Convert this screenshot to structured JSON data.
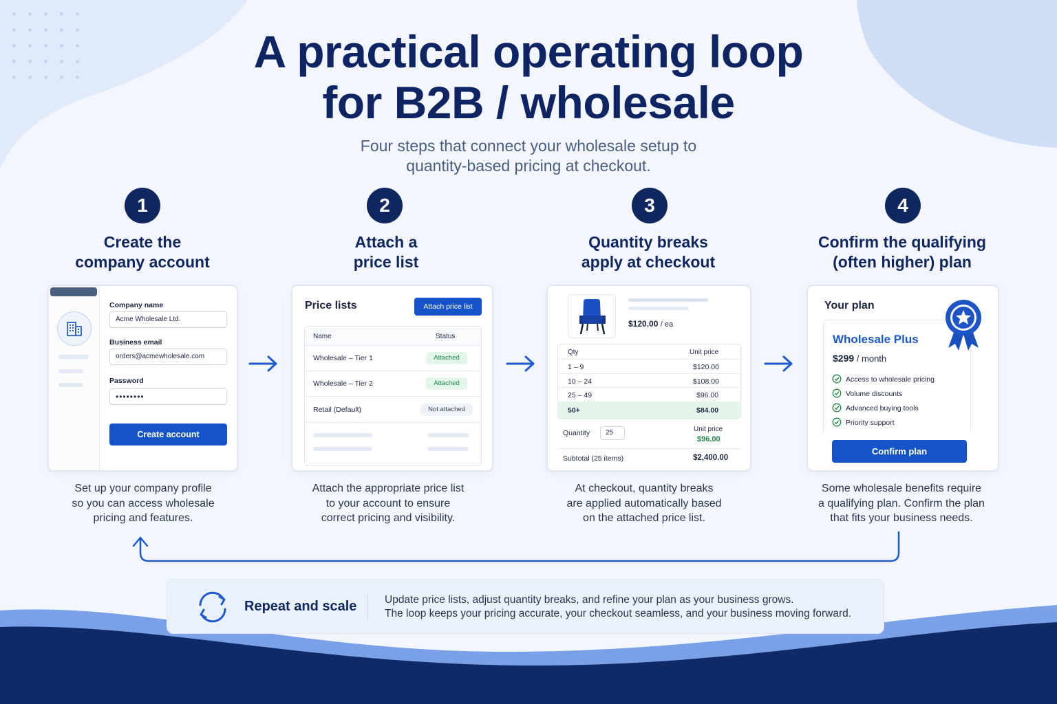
{
  "title_line1": "A practical operating loop",
  "title_line2": "for B2B / wholesale",
  "subtitle_line1": "Four steps that connect your wholesale setup to",
  "subtitle_line2": "quantity-based pricing at checkout.",
  "colors": {
    "navy": "#10265e",
    "accent_blue": "#1454c8",
    "success_green": "#23844a"
  },
  "steps": [
    {
      "number": "1",
      "title_line1": "Create the",
      "title_line2": "company account",
      "desc_line1": "Set up your company profile",
      "desc_line2": "so you can access wholesale",
      "desc_line3": "pricing and features."
    },
    {
      "number": "2",
      "title_line1": "Attach a",
      "title_line2": "price list",
      "desc_line1": "Attach the appropriate price list",
      "desc_line2": "to your account to ensure",
      "desc_line3": "correct pricing and visibility."
    },
    {
      "number": "3",
      "title_line1": "Quantity breaks",
      "title_line2": "apply at checkout",
      "desc_line1": "At checkout, quantity breaks",
      "desc_line2": "are applied automatically based",
      "desc_line3": "on the attached price list."
    },
    {
      "number": "4",
      "title_line1": "Confirm the qualifying",
      "title_line2": "(often higher) plan",
      "desc_line1": "Some wholesale benefits require",
      "desc_line2": "a qualifying plan. Confirm the plan",
      "desc_line3": "that fits your business needs."
    }
  ],
  "account_form": {
    "icon": "building-icon",
    "company_label": "Company name",
    "company_value": "Acme Wholesale Ltd.",
    "email_label": "Business email",
    "email_value": "orders@acmewholesale.com",
    "password_label": "Password",
    "password_value": "••••••••",
    "submit_label": "Create account"
  },
  "price_lists": {
    "heading": "Price lists",
    "attach_button": "Attach price list",
    "col_name": "Name",
    "col_status": "Status",
    "rows": [
      {
        "name": "Wholesale – Tier 1",
        "status": "Attached"
      },
      {
        "name": "Wholesale – Tier 2",
        "status": "Attached"
      },
      {
        "name": "Retail (Default)",
        "status": "Not attached"
      }
    ]
  },
  "checkout": {
    "product_icon": "chair-icon",
    "price": "$120.00",
    "price_unit": "/ ea",
    "col_qty": "Qty",
    "col_unit": "Unit price",
    "tiers": [
      {
        "qty": "1 – 9",
        "price": "$120.00"
      },
      {
        "qty": "10 – 24",
        "price": "$108.00"
      },
      {
        "qty": "25 – 49",
        "price": "$96.00"
      },
      {
        "qty": "50+",
        "price": "$84.00"
      }
    ],
    "quantity_label": "Quantity",
    "quantity_value": "25",
    "unit_price_label": "Unit price",
    "unit_price_value": "$96.00",
    "subtotal_label": "Subtotal (25 items)",
    "subtotal_value": "$2,400.00"
  },
  "plan": {
    "heading": "Your plan",
    "badge_icon": "award-ribbon-icon",
    "name": "Wholesale Plus",
    "price": "$299",
    "period": "/ month",
    "features": [
      "Access to wholesale pricing",
      "Volume discounts",
      "Advanced buying tools",
      "Priority support"
    ],
    "confirm_label": "Confirm plan"
  },
  "footer": {
    "icon": "refresh-cycle-icon",
    "label": "Repeat and scale",
    "line1": "Update price lists, adjust quantity breaks, and refine your plan as your business grows.",
    "line2": "The loop keeps your pricing accurate, your checkout seamless, and your business moving forward."
  }
}
